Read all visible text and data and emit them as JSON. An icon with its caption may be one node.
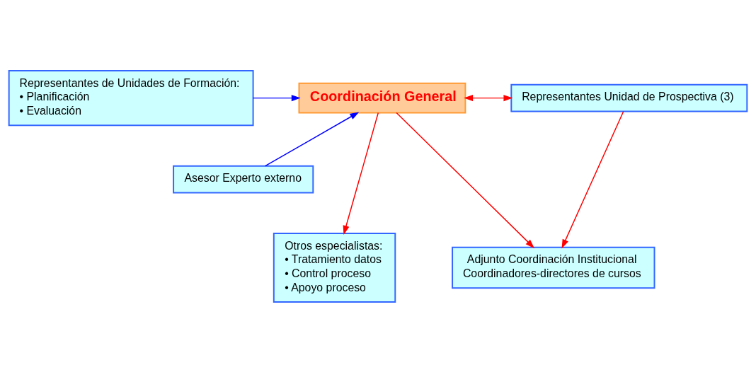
{
  "diagram": {
    "nodes": [
      {
        "text": [
          "Representantes de Unidades de Formación:",
          "• Planificación",
          "• Evaluación"
        ]
      },
      {
        "text": [
          "Coordinación General"
        ]
      },
      {
        "text": [
          "Representantes Unidad de Prospectiva (3)"
        ]
      },
      {
        "text": [
          "Asesor Experto externo"
        ]
      },
      {
        "text": [
          "Otros especialistas:",
          "• Tratamiento datos",
          "• Control proceso",
          "• Apoyo proceso"
        ]
      },
      {
        "text": [
          "Adjunto Coordinación Institucional",
          "Coordinadores-directores de cursos"
        ]
      }
    ],
    "edges": [
      {
        "from": 0,
        "to": 1,
        "arrow": "to",
        "color": "#0000ff"
      },
      {
        "from": 3,
        "to": 1,
        "arrow": "to",
        "color": "#0000ff"
      },
      {
        "from": 1,
        "to": 2,
        "arrow": "both"
      },
      {
        "from": 1,
        "to": 4,
        "arrow": "to"
      },
      {
        "from": 1,
        "to": 5,
        "arrow": "to"
      },
      {
        "from": 2,
        "to": 5,
        "arrow": "to"
      }
    ]
  }
}
